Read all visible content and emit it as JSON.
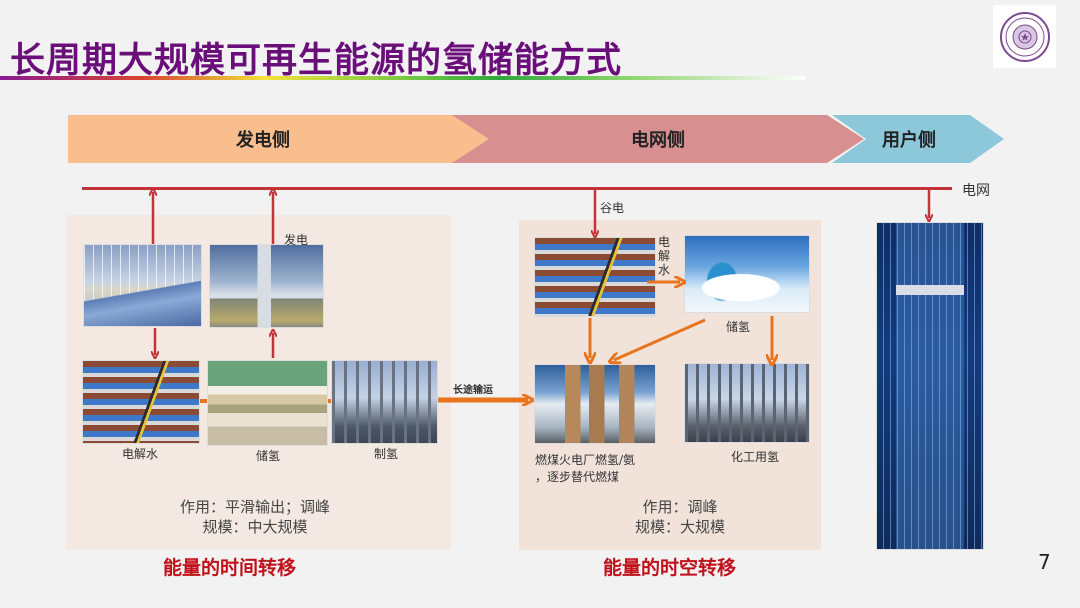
{
  "slide": {
    "title": "长周期大规模可再生能源的氢储能方式",
    "page_number": "7",
    "logo": "university-seal-logo"
  },
  "chevrons": [
    {
      "label": "发电侧",
      "color": "#f8be8d"
    },
    {
      "label": "电网侧",
      "color": "#d78f90"
    },
    {
      "label": "用户侧",
      "color": "#8cc8da"
    }
  ],
  "grid": {
    "label": "电网",
    "line_color": "#c4323a"
  },
  "generation_side": {
    "photos": {
      "renewables": "wind-and-solar-farm-photo",
      "turbine": "gas-turbine-plant-photo",
      "electrolysis": "electrolyzer-photo",
      "storage": "geological-storage-diagram",
      "h2_production": "hydrogen-plant-photo"
    },
    "labels": {
      "power_gen": "发电",
      "electrolysis": "电解水",
      "storage": "储氢",
      "h2_production": "制氢",
      "transport": "长途输运"
    },
    "summary": {
      "function": "作用：平滑输出；调峰",
      "scale": "规模：中大规模"
    },
    "heading": "能量的时间转移"
  },
  "grid_side": {
    "labels": {
      "valley_power": "谷电",
      "electrolysis": "电解水",
      "storage": "储氢",
      "coal_plant": "燃煤火电厂燃氢/氨",
      "coal_plant_2": "，逐步替代燃煤",
      "chemical": "化工用氢"
    },
    "summary": {
      "function": "作用：调峰",
      "scale": "规模：大规模"
    },
    "heading": "能量的时空转移"
  },
  "user_side": {
    "photo": "skyscraper-night-photo"
  },
  "colors": {
    "title": "#6a0f7a",
    "heading_red": "#c0101a",
    "arrow_red": "#c4323a",
    "arrow_orange": "#e8741e",
    "panel": "#f3e8e2"
  }
}
